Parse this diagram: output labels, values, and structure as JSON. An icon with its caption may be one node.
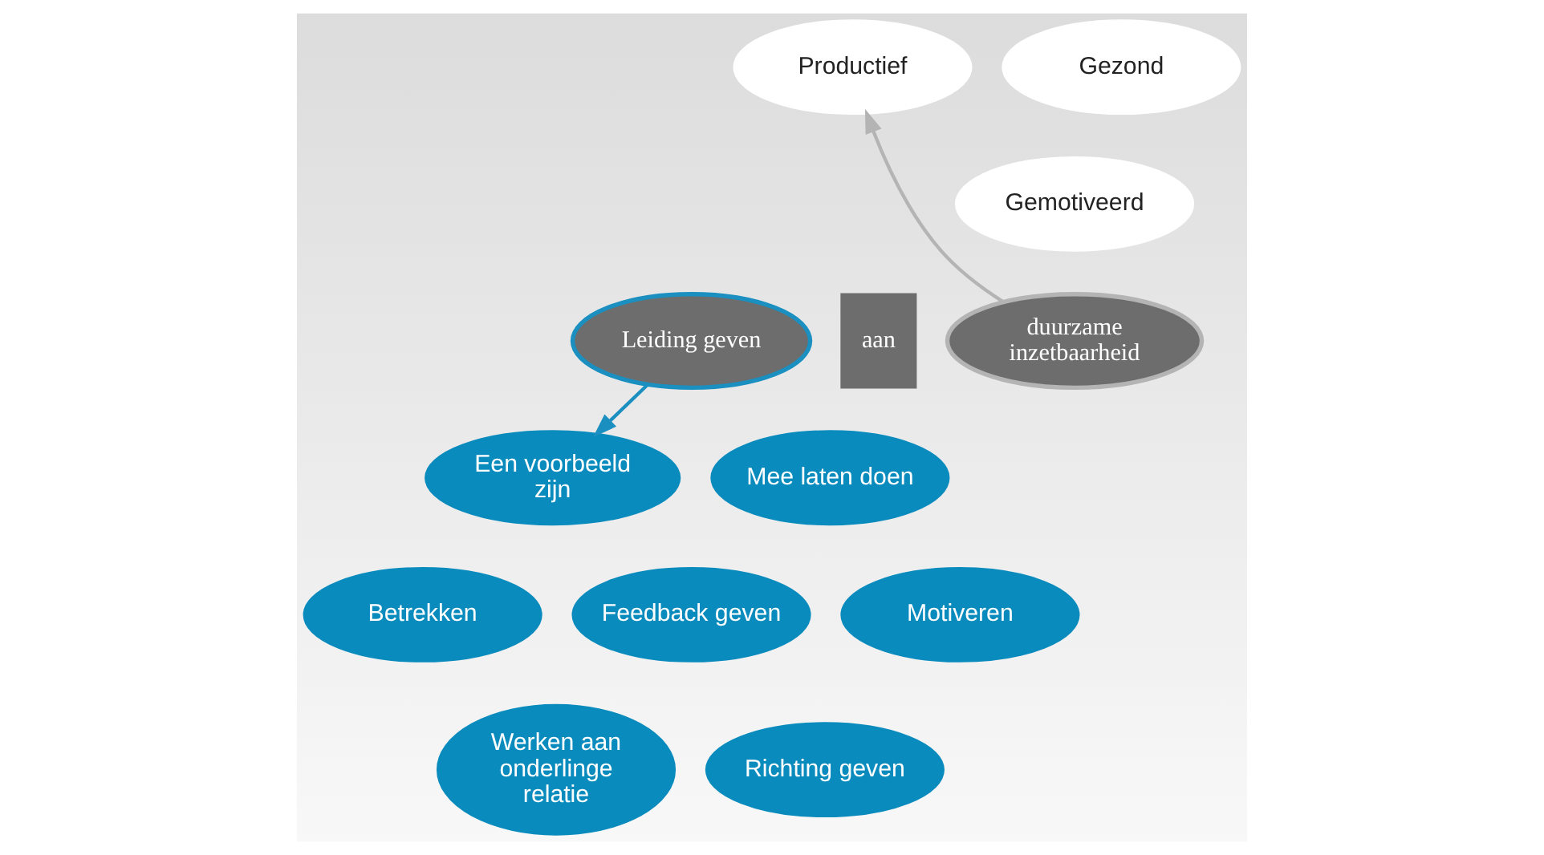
{
  "diagram": {
    "nodes": [
      {
        "text": [
          "Leiding geven"
        ]
      },
      {
        "text": [
          "duurzame inzetbaarheid"
        ]
      },
      {
        "text": [
          "Productief"
        ]
      },
      {
        "text": [
          "Gezond"
        ]
      },
      {
        "text": [
          "Gemotiveerd"
        ]
      },
      {
        "text": [
          "Een voorbeeld zijn"
        ]
      },
      {
        "text": [
          "Mee laten doen"
        ]
      },
      {
        "text": [
          "Betrekken"
        ]
      },
      {
        "text": [
          "Feedback geven"
        ]
      },
      {
        "text": [
          "Motiveren"
        ]
      },
      {
        "text": [
          "Werken aan onderlinge relatie"
        ]
      },
      {
        "text": [
          "Richting geven"
        ]
      }
    ],
    "edges": [
      {
        "from": 0,
        "to": 5,
        "arrow": "to",
        "color": "#1a8fc0"
      },
      {
        "from": 1,
        "to": 2,
        "arrow": "to",
        "color": "#b4b4b4"
      }
    ],
    "labels": [
      "aan"
    ]
  }
}
